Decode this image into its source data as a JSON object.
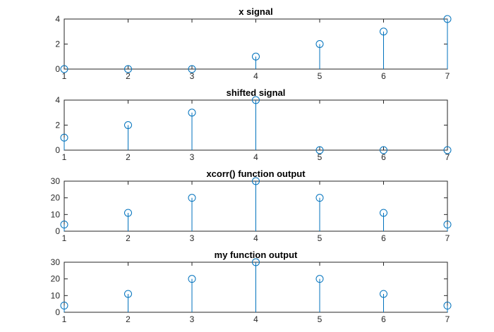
{
  "figure": {
    "background": "#ffffff",
    "axis_color": "#262626",
    "series_color": "#0072bd"
  },
  "chart_data": [
    {
      "type": "stem",
      "title": "x signal",
      "x": [
        1,
        2,
        3,
        4,
        5,
        6,
        7
      ],
      "values": [
        0,
        0,
        0,
        1,
        2,
        3,
        4
      ],
      "xlim": [
        1,
        7
      ],
      "ylim": [
        0,
        4
      ],
      "xticks": [
        1,
        2,
        3,
        4,
        5,
        6,
        7
      ],
      "yticks": [
        0,
        2,
        4
      ],
      "grid": false
    },
    {
      "type": "stem",
      "title": "shifted signal",
      "x": [
        1,
        2,
        3,
        4,
        5,
        6,
        7
      ],
      "values": [
        1,
        2,
        3,
        4,
        0,
        0,
        0
      ],
      "xlim": [
        1,
        7
      ],
      "ylim": [
        0,
        4
      ],
      "xticks": [
        1,
        2,
        3,
        4,
        5,
        6,
        7
      ],
      "yticks": [
        0,
        2,
        4
      ],
      "grid": false
    },
    {
      "type": "stem",
      "title": "xcorr() function output",
      "x": [
        1,
        2,
        3,
        4,
        5,
        6,
        7
      ],
      "values": [
        4,
        11,
        20,
        30,
        20,
        11,
        4
      ],
      "xlim": [
        1,
        7
      ],
      "ylim": [
        0,
        30
      ],
      "xticks": [
        1,
        2,
        3,
        4,
        5,
        6,
        7
      ],
      "yticks": [
        0,
        10,
        20,
        30
      ],
      "grid": false
    },
    {
      "type": "stem",
      "title": "my function output",
      "x": [
        1,
        2,
        3,
        4,
        5,
        6,
        7
      ],
      "values": [
        4,
        11,
        20,
        30,
        20,
        11,
        4
      ],
      "xlim": [
        1,
        7
      ],
      "ylim": [
        0,
        30
      ],
      "xticks": [
        1,
        2,
        3,
        4,
        5,
        6,
        7
      ],
      "yticks": [
        0,
        10,
        20,
        30
      ],
      "grid": false
    }
  ]
}
